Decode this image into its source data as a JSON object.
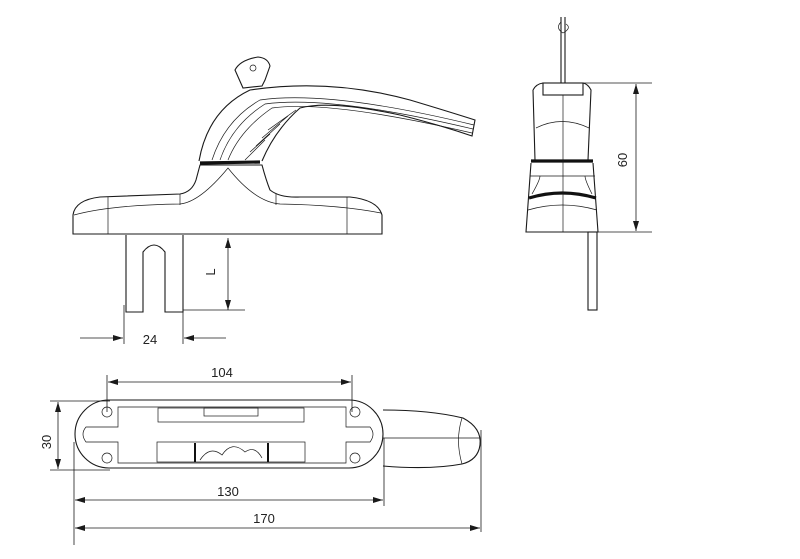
{
  "drawing": {
    "title": "window handle technical drawing",
    "dimensions": {
      "spindle_width": "24",
      "spindle_length": "L",
      "height": "60",
      "hole_spacing": "104",
      "base_width": "30",
      "base_length": "130",
      "overall_length": "170"
    },
    "line_color": "#1a1a1a"
  }
}
